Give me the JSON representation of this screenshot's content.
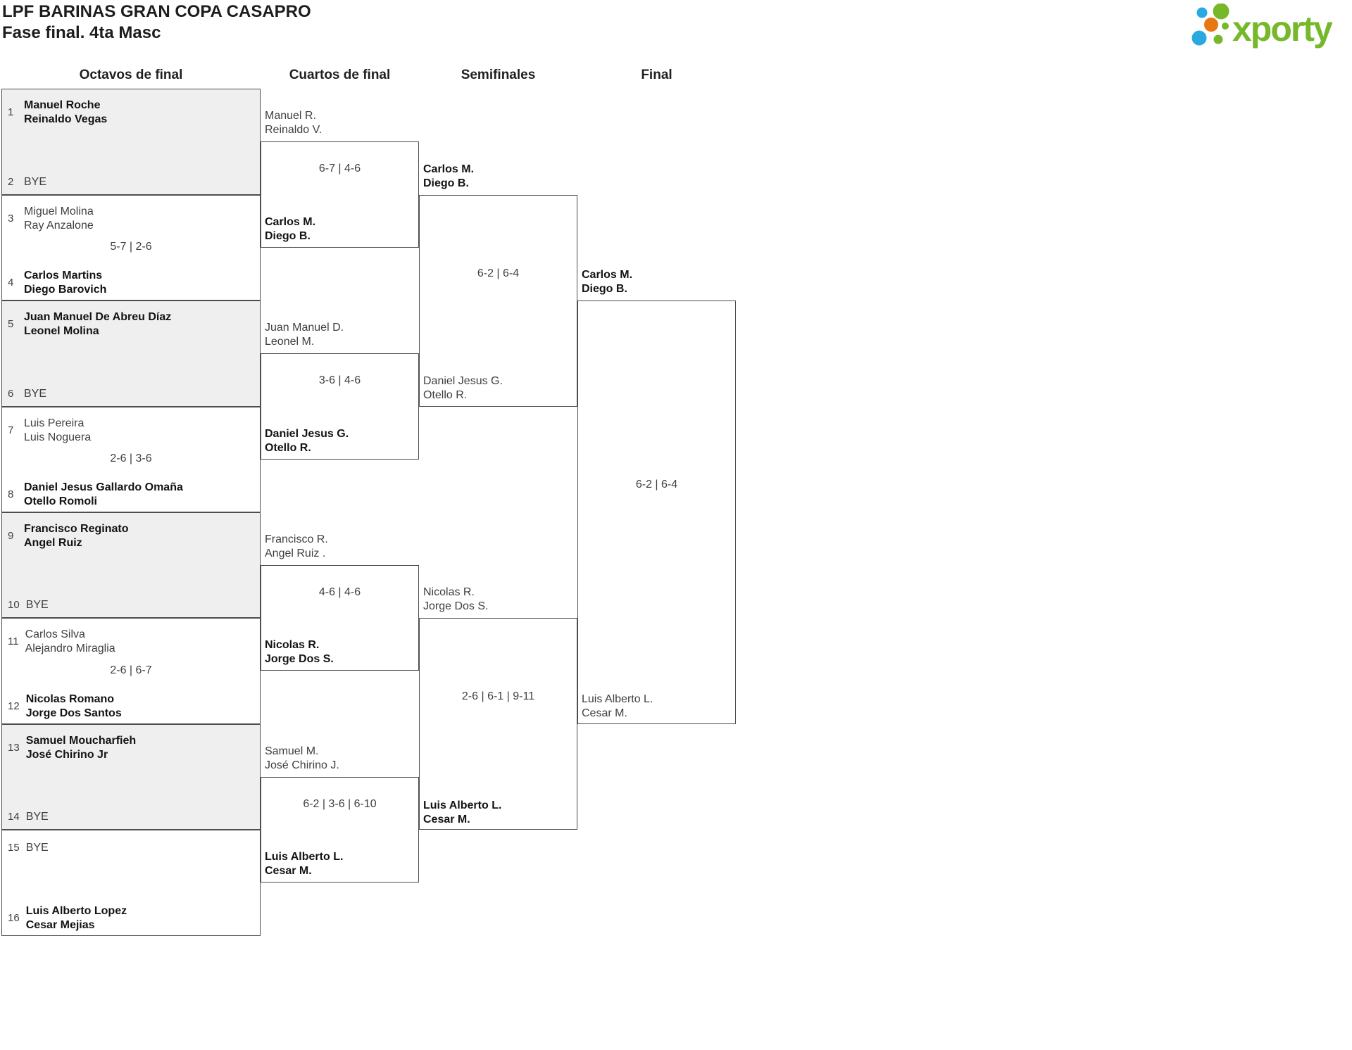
{
  "header": {
    "title": "LPF BARINAS GRAN COPA CASAPRO",
    "subtitle": "Fase final. 4ta Masc",
    "logo_text": "xporty"
  },
  "colors": {
    "logo_green": "#76b82a",
    "logo_blue": "#2aa9e0",
    "logo_orange": "#e87611",
    "shaded_box": "#efefef",
    "border": "#4d4d4d",
    "text_regular": "#3f3f3f",
    "text_winner": "#131313"
  },
  "columns": [
    "Octavos de final",
    "Cuartos de final",
    "Semifinales",
    "Final"
  ],
  "octavos": [
    {
      "seed_top": "1",
      "top": [
        "Manuel Roche",
        "Reinaldo Vegas"
      ],
      "seed_bottom": "2",
      "bottom": [
        "BYE"
      ],
      "score": "",
      "winner": "top"
    },
    {
      "seed_top": "3",
      "top": [
        "Miguel Molina",
        "Ray Anzalone"
      ],
      "seed_bottom": "4",
      "bottom": [
        "Carlos Martins",
        "Diego Barovich"
      ],
      "score": "5-7 | 2-6",
      "winner": "bottom"
    },
    {
      "seed_top": "5",
      "top": [
        "Juan Manuel De Abreu Díaz",
        "Leonel Molina"
      ],
      "seed_bottom": "6",
      "bottom": [
        "BYE"
      ],
      "score": "",
      "winner": "top"
    },
    {
      "seed_top": "7",
      "top": [
        "Luis Pereira",
        "Luis Noguera"
      ],
      "seed_bottom": "8",
      "bottom": [
        "Daniel Jesus Gallardo Omaña",
        "Otello Romoli"
      ],
      "score": "2-6 | 3-6",
      "winner": "bottom"
    },
    {
      "seed_top": "9",
      "top": [
        "Francisco Reginato",
        "Angel Ruiz"
      ],
      "seed_bottom": "10",
      "bottom": [
        "BYE"
      ],
      "score": "",
      "winner": "top"
    },
    {
      "seed_top": "11",
      "top": [
        "Carlos Silva",
        "Alejandro Miraglia"
      ],
      "seed_bottom": "12",
      "bottom": [
        "Nicolas Romano",
        "Jorge Dos Santos"
      ],
      "score": "2-6 | 6-7",
      "winner": "bottom"
    },
    {
      "seed_top": "13",
      "top": [
        "Samuel Moucharfieh",
        "José Chirino Jr"
      ],
      "seed_bottom": "14",
      "bottom": [
        "BYE"
      ],
      "score": "",
      "winner": "top"
    },
    {
      "seed_top": "15",
      "top": [
        "BYE"
      ],
      "seed_bottom": "16",
      "bottom": [
        "Luis Alberto Lopez",
        "Cesar Mejias"
      ],
      "score": "",
      "winner": "bottom"
    }
  ],
  "cuartos": [
    {
      "top": [
        "Manuel R.",
        "Reinaldo V."
      ],
      "bottom": [
        "Carlos M.",
        "Diego B."
      ],
      "score": "6-7 | 4-6",
      "winner": "bottom"
    },
    {
      "top": [
        "Juan Manuel D.",
        "Leonel M."
      ],
      "bottom": [
        "Daniel Jesus G.",
        "Otello R."
      ],
      "score": "3-6 | 4-6",
      "winner": "bottom"
    },
    {
      "top": [
        "Francisco R.",
        "Angel Ruiz ."
      ],
      "bottom": [
        "Nicolas R.",
        "Jorge Dos S."
      ],
      "score": "4-6 | 4-6",
      "winner": "bottom"
    },
    {
      "top": [
        "Samuel M.",
        "José Chirino J."
      ],
      "bottom": [
        "Luis Alberto L.",
        "Cesar M."
      ],
      "score": "6-2 | 3-6 | 6-10",
      "winner": "bottom"
    }
  ],
  "semifinales": [
    {
      "top": [
        "Carlos M.",
        "Diego B."
      ],
      "bottom": [
        "Daniel Jesus G.",
        "Otello R."
      ],
      "score": "6-2 | 6-4",
      "winner": "top"
    },
    {
      "top": [
        "Nicolas R.",
        "Jorge Dos S."
      ],
      "bottom": [
        "Luis Alberto L.",
        "Cesar M."
      ],
      "score": "2-6 | 6-1 | 9-11",
      "winner": "bottom"
    }
  ],
  "final": {
    "top": [
      "Carlos M.",
      "Diego B."
    ],
    "bottom": [
      "Luis Alberto L.",
      "Cesar M."
    ],
    "score": "6-2 | 6-4",
    "winner": "top"
  }
}
